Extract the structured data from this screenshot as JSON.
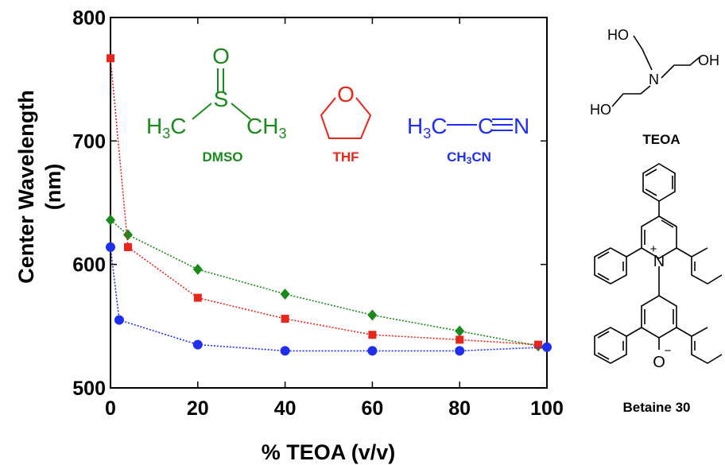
{
  "chart_data": {
    "type": "line",
    "xlabel": "% TEOA (v/v)",
    "ylabel": [
      "Center Wavelength",
      "(nm)"
    ],
    "xlim": [
      0,
      100
    ],
    "ylim": [
      500,
      800
    ],
    "xticks": [
      "0",
      "20",
      "40",
      "60",
      "80",
      "100"
    ],
    "yticks": [
      "500",
      "600",
      "700",
      "800"
    ],
    "grid": false,
    "series": [
      {
        "name": "DMSO",
        "color": "#1a8a1a",
        "marker": "diamond",
        "x": [
          0,
          4,
          20,
          40,
          60,
          80,
          98
        ],
        "y": [
          636,
          624,
          596,
          576,
          559,
          546,
          534
        ]
      },
      {
        "name": "THF",
        "color": "#e8261c",
        "marker": "square",
        "x": [
          0,
          4,
          20,
          40,
          60,
          80,
          98
        ],
        "y": [
          767,
          614,
          573,
          556,
          543,
          539,
          535
        ]
      },
      {
        "name": "CH3CN",
        "color": "#1f2ff0",
        "marker": "circle",
        "x": [
          0,
          2,
          20,
          40,
          60,
          80,
          100
        ],
        "y": [
          614,
          555,
          535,
          530,
          530,
          530,
          533
        ]
      }
    ]
  },
  "structures": {
    "dmso": {
      "label": "DMSO",
      "o": "O",
      "s": "S",
      "h3c": "H",
      "ch3": "CH",
      "sub3": "3",
      "color": "#1a8a1a"
    },
    "thf": {
      "label": "THF",
      "o": "O",
      "color": "#e8261c"
    },
    "ch3cn": {
      "label": "CH",
      "label_sub": "3",
      "label_tail": "CN",
      "h3c": "H",
      "sub3": "3",
      "c": "C",
      "n": "N",
      "color": "#1f2ff0"
    },
    "teoa": {
      "label": "TEOA",
      "ho1": "HO",
      "oh": "OH",
      "ho2": "HO",
      "n": "N",
      "color": "#000000"
    },
    "betaine": {
      "label": "Betaine 30",
      "n": "N",
      "plus": "+",
      "o": "O",
      "minus": "−",
      "color": "#000000"
    }
  }
}
